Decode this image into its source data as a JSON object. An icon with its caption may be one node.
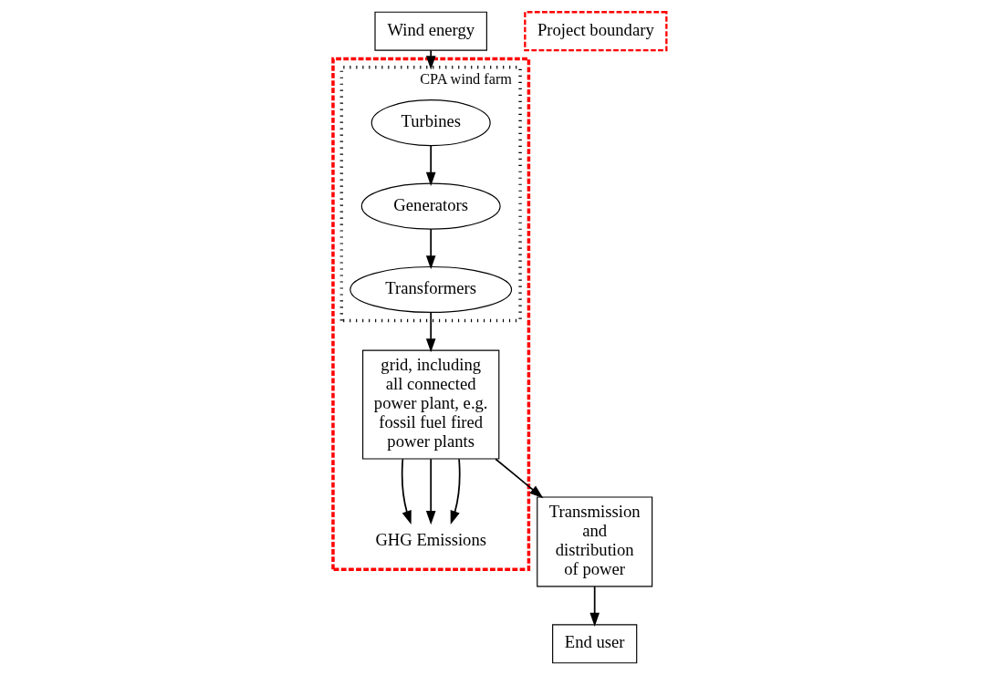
{
  "diagram": {
    "nodes": [
      {
        "text": [
          "Wind energy"
        ]
      },
      {
        "text": [],
        "shape": "box"
      },
      {
        "text": [
          "CPA wind farm"
        ],
        "in": 1
      },
      {
        "text": [
          "Turbines"
        ],
        "in": 2
      },
      {
        "text": [
          "Generators"
        ],
        "in": 2
      },
      {
        "text": [
          "Transformers"
        ],
        "in": 2
      },
      {
        "text": [
          "grid, including all connected power plant, e.g. fossil fuel fired power plants"
        ],
        "in": 1
      },
      {
        "text": [
          "GHG Emissions"
        ],
        "in": 1
      },
      {
        "text": [
          "Transmission and distribution of power"
        ]
      },
      {
        "text": [
          "End user"
        ]
      }
    ],
    "edges": [
      {
        "from": 0,
        "to": 2,
        "arrow": "to"
      },
      {
        "from": 3,
        "to": 4,
        "arrow": "to"
      },
      {
        "from": 4,
        "to": 5,
        "arrow": "to"
      },
      {
        "from": 5,
        "to": 6,
        "arrow": "to"
      },
      {
        "from": 6,
        "to": 7,
        "arrow": "to"
      },
      {
        "from": 6,
        "to": 7,
        "arrow": "to"
      },
      {
        "from": 6,
        "to": 7,
        "arrow": "to"
      },
      {
        "from": 6,
        "to": 8,
        "arrow": "to"
      },
      {
        "from": 8,
        "to": 9,
        "arrow": "to"
      }
    ],
    "legend": [
      {
        "text": "Project boundary"
      }
    ]
  }
}
